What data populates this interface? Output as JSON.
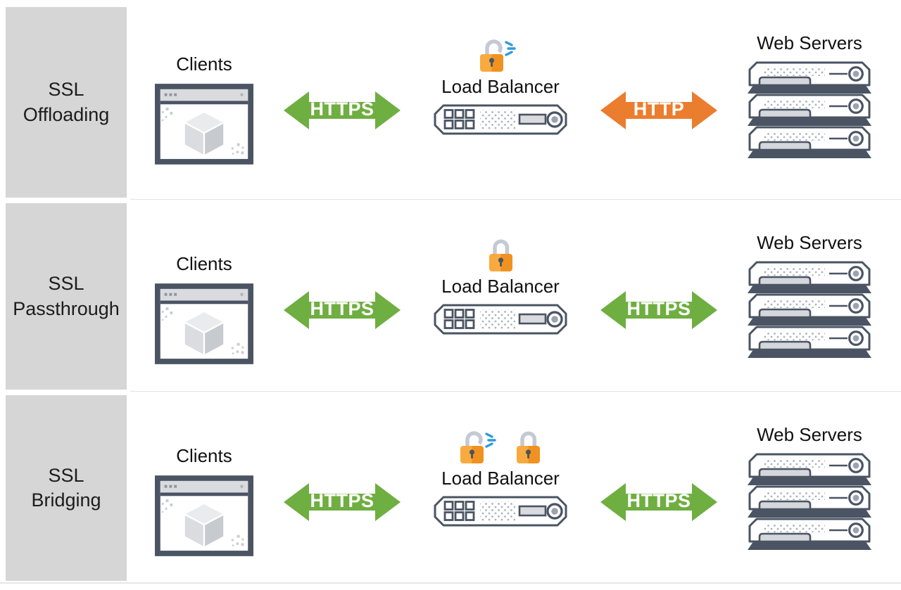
{
  "diagram": "SSL termination modes on a load balancer",
  "colors": {
    "green_arrow": "#6FAE41",
    "orange_arrow": "#EB7D2E",
    "outline_slate": "#4A5463",
    "sidebar_gray": "#D6D6D6",
    "lock_orange_light": "#F9AA3E",
    "lock_orange_dark": "#F0921F",
    "lock_shackle_gray": "#C4C9D3",
    "spark_blue": "#2E9BDA",
    "divider": "#E3E3E4"
  },
  "icons": {
    "client": "browser-window-cube-icon",
    "load_balancer": "rack-appliance-icon",
    "web_servers": "server-stack-icon",
    "open_lock": "open-padlock-icon",
    "closed_lock": "closed-padlock-icon",
    "spark": "blue-click-lines"
  },
  "rows": [
    {
      "name": "SSL Offloading",
      "sidebar": {
        "line1": "SSL",
        "line2": "Offloading"
      },
      "client": {
        "label": "Clients"
      },
      "client_to_lb": {
        "label": "HTTPS",
        "color": "#6FAE41"
      },
      "load_balancer": {
        "label": "Load Balancer",
        "locks": [
          "open-padlock"
        ]
      },
      "lb_to_servers": {
        "label": "HTTP",
        "color": "#EB7D2E"
      },
      "servers": {
        "label": "Web Servers"
      }
    },
    {
      "name": "SSL Passthrough",
      "sidebar": {
        "line1": "SSL",
        "line2": "Passthrough"
      },
      "client": {
        "label": "Clients"
      },
      "client_to_lb": {
        "label": "HTTPS",
        "color": "#6FAE41"
      },
      "load_balancer": {
        "label": "Load Balancer",
        "locks": [
          "closed-padlock"
        ]
      },
      "lb_to_servers": {
        "label": "HTTPS",
        "color": "#6FAE41"
      },
      "servers": {
        "label": "Web Servers"
      }
    },
    {
      "name": "SSL Bridging",
      "sidebar": {
        "line1": "SSL",
        "line2": "Bridging"
      },
      "client": {
        "label": "Clients"
      },
      "client_to_lb": {
        "label": "HTTPS",
        "color": "#6FAE41"
      },
      "load_balancer": {
        "label": "Load Balancer",
        "locks": [
          "open-padlock",
          "closed-padlock"
        ]
      },
      "lb_to_servers": {
        "label": "HTTPS",
        "color": "#6FAE41"
      },
      "servers": {
        "label": "Web Servers"
      }
    }
  ]
}
